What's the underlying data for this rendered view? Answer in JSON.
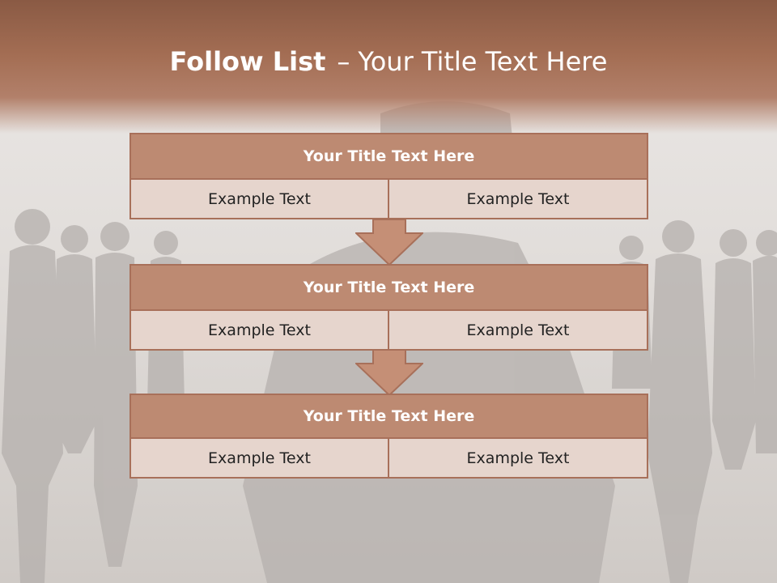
{
  "slide": {
    "title_bold": "Follow List",
    "title_separator": "–",
    "title_rest": "Your Title Text Here"
  },
  "steps": [
    {
      "heading": "Your Title Text Here",
      "left": "Example Text",
      "right": "Example Text"
    },
    {
      "heading": "Your Title Text Here",
      "left": "Example Text",
      "right": "Example Text"
    },
    {
      "heading": "Your Title Text Here",
      "left": "Example Text",
      "right": "Example Text"
    }
  ],
  "colors": {
    "banner": "#a46e54",
    "header_fill": "#bd8a72",
    "cell_fill": "#e6d5cd",
    "border": "#a8705a",
    "arrow_fill": "#c58f76"
  },
  "icons": {
    "connector": "down-arrow-icon",
    "background": "business-crowd-silhouette-image"
  }
}
